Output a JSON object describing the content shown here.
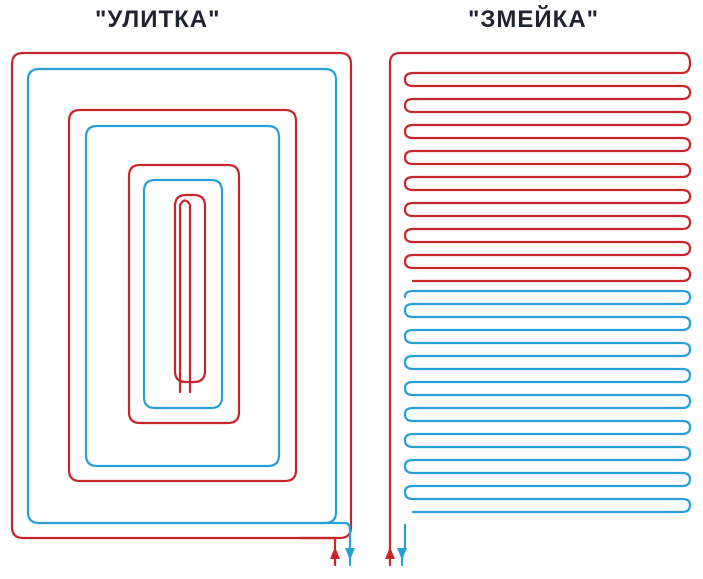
{
  "titles": {
    "left": "\"УЛИТКА\"",
    "right": "\"ЗМЕЙКА\""
  },
  "colors": {
    "supply": "#c8262d",
    "return": "#2a9fd6",
    "background": "#ffffff",
    "text": "#1f2430"
  },
  "diagrams": [
    {
      "pattern": "spiral",
      "title_key": "titles.left"
    },
    {
      "pattern": "serpentine",
      "title_key": "titles.right",
      "supply_loops": 8,
      "return_loops": 9
    }
  ]
}
